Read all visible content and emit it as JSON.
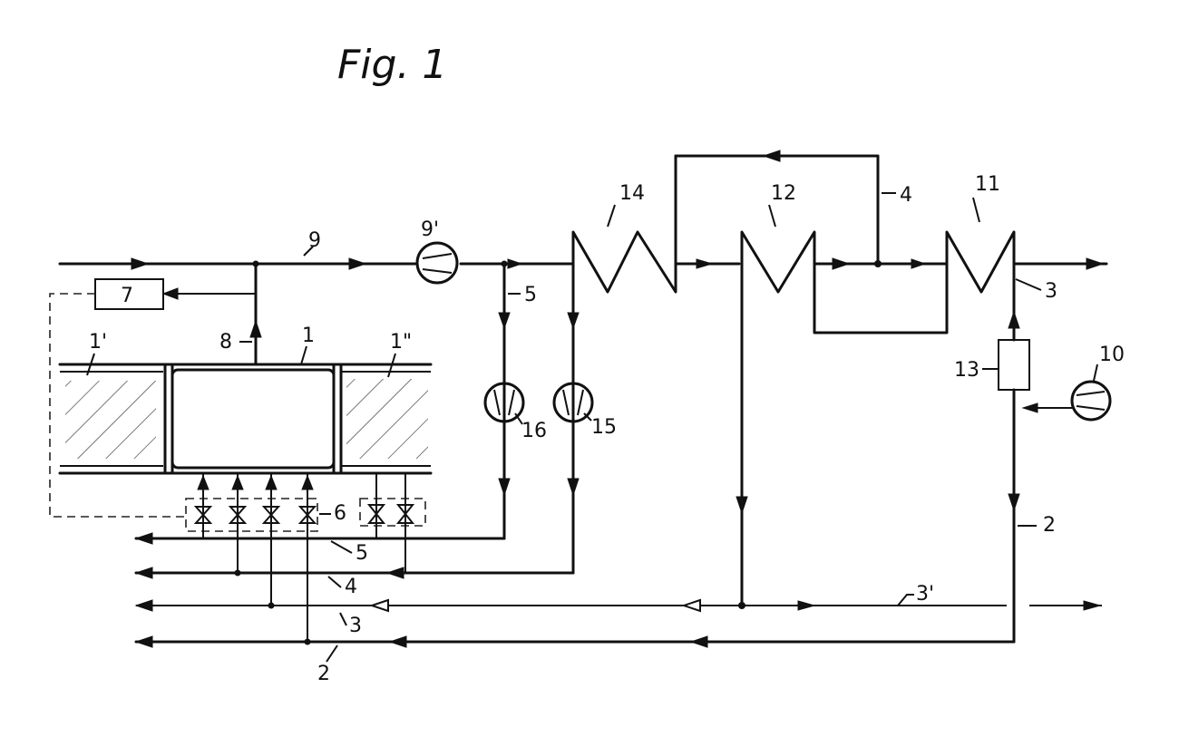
{
  "figure": {
    "title": "Fig. 1",
    "labels": {
      "l9": "9",
      "l9p": "9'",
      "l14": "14",
      "l12": "12",
      "l11": "11",
      "l4_top": "4",
      "l5_right": "5",
      "l3_right": "3",
      "l7": "7",
      "l8": "8",
      "l1": "1",
      "l1p": "1'",
      "l1pp": "1\"",
      "l16": "16",
      "l15": "15",
      "l13": "13",
      "l10": "10",
      "l6": "6",
      "l2_right": "2",
      "l5_bottom": "5",
      "l4_bottom": "4",
      "l3p": "3'",
      "l3_bottom": "3",
      "l2_bottom": "2"
    }
  }
}
